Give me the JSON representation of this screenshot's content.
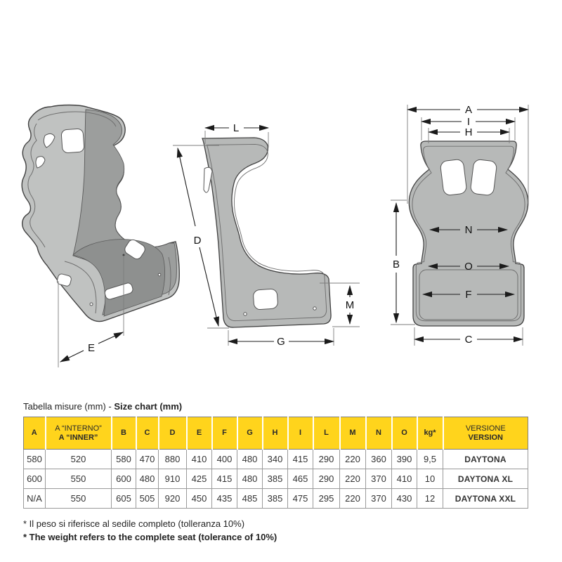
{
  "diagram": {
    "labels": {
      "a": "A",
      "b": "B",
      "c": "C",
      "d": "D",
      "e": "E",
      "f": "F",
      "g": "G",
      "h": "H",
      "i": "I",
      "l": "L",
      "m": "M",
      "n": "N",
      "o": "O"
    }
  },
  "table": {
    "title": {
      "it": "Tabella misure (mm)",
      "sep": " - ",
      "en": "Size chart (mm)"
    },
    "headers": [
      {
        "line1": "A",
        "line2": ""
      },
      {
        "line1": "A “INTERNO”",
        "line2": "A “INNER”"
      },
      {
        "line1": "B",
        "line2": ""
      },
      {
        "line1": "C",
        "line2": ""
      },
      {
        "line1": "D",
        "line2": ""
      },
      {
        "line1": "E",
        "line2": ""
      },
      {
        "line1": "F",
        "line2": ""
      },
      {
        "line1": "G",
        "line2": ""
      },
      {
        "line1": "H",
        "line2": ""
      },
      {
        "line1": "I",
        "line2": ""
      },
      {
        "line1": "L",
        "line2": ""
      },
      {
        "line1": "M",
        "line2": ""
      },
      {
        "line1": "N",
        "line2": ""
      },
      {
        "line1": "O",
        "line2": ""
      },
      {
        "line1": "kg*",
        "line2": ""
      },
      {
        "line1": "VERSIONE",
        "line2": "VERSION"
      }
    ],
    "rows": [
      {
        "cells": [
          "580",
          "520",
          "580",
          "470",
          "880",
          "410",
          "400",
          "480",
          "340",
          "415",
          "290",
          "220",
          "360",
          "390",
          "9,5",
          "DAYTONA"
        ]
      },
      {
        "cells": [
          "600",
          "550",
          "600",
          "480",
          "910",
          "425",
          "415",
          "480",
          "385",
          "465",
          "290",
          "220",
          "370",
          "410",
          "10",
          "DAYTONA XL"
        ]
      },
      {
        "cells": [
          "N/A",
          "550",
          "605",
          "505",
          "920",
          "450",
          "435",
          "485",
          "385",
          "475",
          "295",
          "220",
          "370",
          "430",
          "12",
          "DAYTONA XXL"
        ]
      }
    ],
    "footnotes": {
      "it": "* Il peso si riferisce al sedile completo (tolleranza 10%)",
      "en": "* The weight refers to the complete seat (tolerance of 10%)"
    }
  },
  "colors": {
    "header_yellow": "#FFD41C",
    "seat_gray_light": "#c0c2c1",
    "seat_gray_mid": "#9c9e9d",
    "seat_gray_dark": "#8e908f",
    "line_dark": "#1b1b1b"
  }
}
